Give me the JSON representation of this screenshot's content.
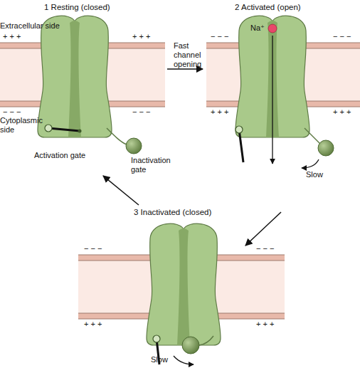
{
  "diagram": {
    "nodes": [
      {
        "text": [
          "1 Resting (closed)"
        ]
      },
      {
        "text": [
          "2 Activated (open)"
        ]
      },
      {
        "text": [
          "3 Inactivated (closed)"
        ]
      }
    ],
    "edges": [
      {
        "from": 0,
        "to": 1,
        "arrow": "to",
        "label": "Fast channel opening"
      },
      {
        "from": 1,
        "to": 2,
        "arrow": "to"
      },
      {
        "from": 2,
        "to": 0,
        "arrow": "to"
      }
    ],
    "labels": [
      "Extracellular side",
      "Cytoplasmic side",
      "Activation gate",
      "Inactivation gate",
      "Na⁺",
      "Slow",
      "Slow",
      "+ + +",
      "+ + +",
      "− − −",
      "− − −",
      "− − −",
      "− − −",
      "+ + +",
      "+ + +",
      "− − −",
      "− − −",
      "+ + +",
      "+ + +"
    ]
  }
}
